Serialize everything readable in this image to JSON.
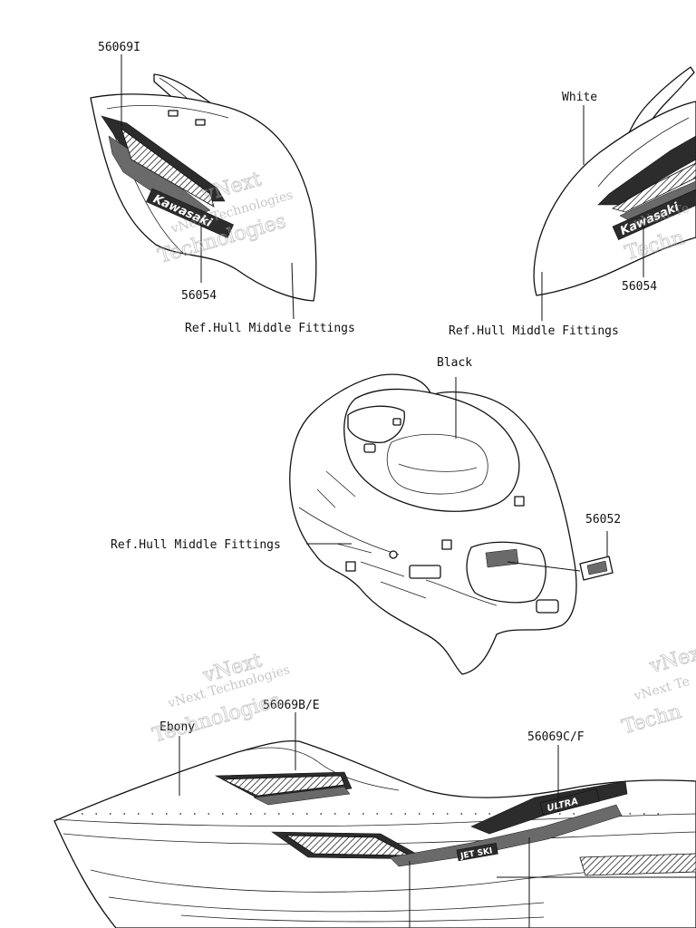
{
  "labels": {
    "p560691": "56069I",
    "white": "White",
    "p56054_left": "56054",
    "p56054_right": "56054",
    "ref_left": "Ref.Hull Middle Fittings",
    "ref_right": "Ref.Hull Middle Fittings",
    "black": "Black",
    "p56052": "56052",
    "ref_center": "Ref.Hull Middle Fittings",
    "ebony": "Ebony",
    "p56069be": "56069B/E",
    "p56069cf": "56069C/F"
  },
  "watermarks": {
    "line1": "vNext",
    "line2": "vNext Technologies",
    "line3": "Technologies",
    "right_line2": "vNext Te",
    "right_line3": "Techn"
  },
  "decal_text": {
    "kawasaki": "Kawasaki",
    "jetski": "JET SKI",
    "ultra": "ULTRA"
  }
}
